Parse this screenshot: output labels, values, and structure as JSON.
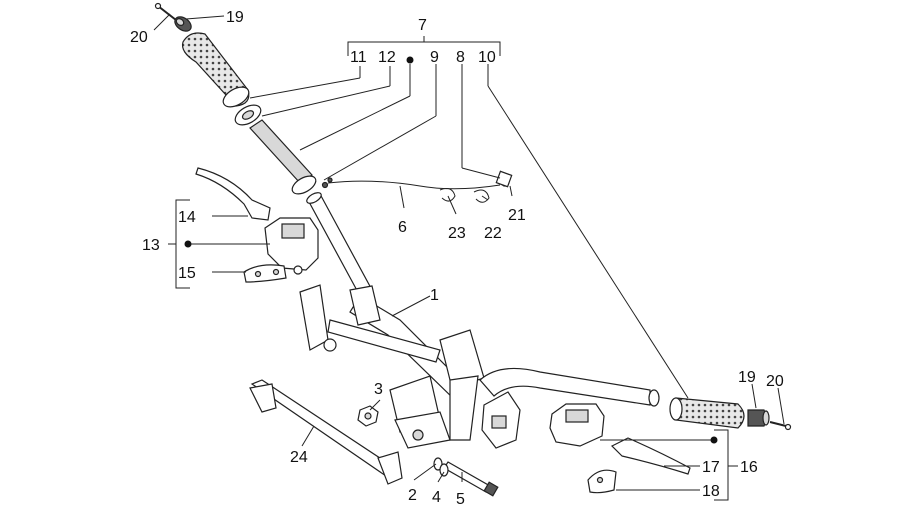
{
  "labels": {
    "n1": "1",
    "n2": "2",
    "n3": "3",
    "n4": "4",
    "n5": "5",
    "n6": "6",
    "n7": "7",
    "n8": "8",
    "n9": "9",
    "n10": "10",
    "n11": "11",
    "n12": "12",
    "n13": "13",
    "n14": "14",
    "n15": "15",
    "n16": "16",
    "n17": "17",
    "n18": "18",
    "n19a": "19",
    "n19b": "19",
    "n20a": "20",
    "n20b": "20",
    "n21": "21",
    "n22": "22",
    "n23": "23",
    "n24": "24"
  }
}
